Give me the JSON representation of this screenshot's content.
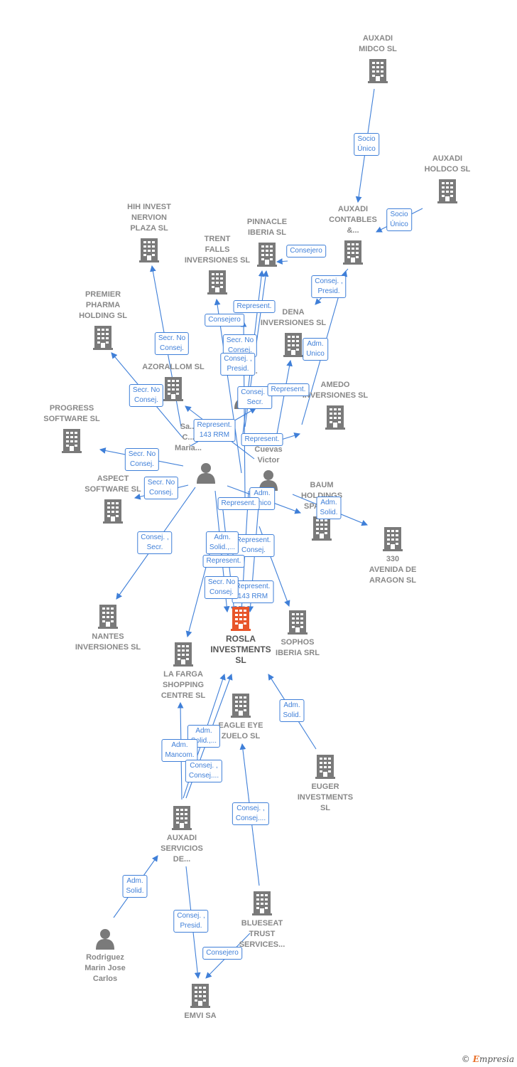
{
  "colors": {
    "edge": "#3f7fd8",
    "company": "#7a7a7a",
    "focus": "#e8552a",
    "person": "#7a7a7a"
  },
  "nodes": [
    {
      "id": "midco",
      "label": "AUXADI\nMIDCO  SL",
      "kind": "company"
    },
    {
      "id": "holdco",
      "label": "AUXADI\nHOLDCO  SL",
      "kind": "company"
    },
    {
      "id": "contables",
      "label": "AUXADI\nCONTABLES\n&...",
      "kind": "company"
    },
    {
      "id": "hih",
      "label": "HIH INVEST\nNERVION\nPLAZA  SL",
      "kind": "company"
    },
    {
      "id": "trent",
      "label": "TRENT\nFALLS\nINVERSIONES SL",
      "kind": "company"
    },
    {
      "id": "pinnacle",
      "label": "PINNACLE\nIBERIA  SL",
      "kind": "company"
    },
    {
      "id": "premier",
      "label": "PREMIER\nPHARMA\nHOLDING SL",
      "kind": "company"
    },
    {
      "id": "dena",
      "label": "DENA\nINVERSIONES SL",
      "kind": "company"
    },
    {
      "id": "azorallom",
      "label": "AZORALLOM SL",
      "kind": "company"
    },
    {
      "id": "amedo",
      "label": "AMEDO\nINVERSIONES SL",
      "kind": "company"
    },
    {
      "id": "progress",
      "label": "PROGRESS\nSOFTWARE SL",
      "kind": "company"
    },
    {
      "id": "aspect",
      "label": "ASPECT\nSOFTWARE SL",
      "kind": "company"
    },
    {
      "id": "baum",
      "label": "BAUM\nHOLDINGS\nSPAIN SL",
      "kind": "company"
    },
    {
      "id": "aragon",
      "label": "330\nAVENIDA DE\nARAGON SL",
      "kind": "company"
    },
    {
      "id": "nantes",
      "label": "NANTES\nINVERSIONES SL",
      "kind": "company"
    },
    {
      "id": "rosla",
      "label": "ROSLA\nINVESTMENTS\nSL",
      "kind": "focus"
    },
    {
      "id": "sophos",
      "label": "SOPHOS\nIBERIA SRL",
      "kind": "company"
    },
    {
      "id": "farga",
      "label": "LA FARGA\nSHOPPING\nCENTRE SL",
      "kind": "company"
    },
    {
      "id": "eagle",
      "label": "EAGLE EYE\nZUELO  SL",
      "kind": "company"
    },
    {
      "id": "euger",
      "label": "EUGER\nINVESTMENTS\nSL",
      "kind": "company"
    },
    {
      "id": "servicios",
      "label": "AUXADI\nSERVICIOS\nDE...",
      "kind": "company"
    },
    {
      "id": "blueseat",
      "label": "BLUESEAT\nTRUST\nSERVICES...",
      "kind": "company"
    },
    {
      "id": "emvi",
      "label": "EMVI SA",
      "kind": "company"
    },
    {
      "id": "maria",
      "label": "Sa...\nC...\nMaria...",
      "kind": "person"
    },
    {
      "id": "cuevas",
      "label": "Cuevas\nVictor",
      "kind": "person"
    },
    {
      "id": "victor2",
      "label": "...a\nVictor...",
      "kind": "person"
    },
    {
      "id": "rodriguez",
      "label": "Rodriguez\nMarin Jose\nCarlos",
      "kind": "person"
    }
  ],
  "edges": [
    {
      "label": "Socio\nÚnico"
    },
    {
      "label": "Socio\nÚnico"
    },
    {
      "label": "Consejero"
    },
    {
      "label": "Consej. ,\nPresid."
    },
    {
      "label": "Secr.  No\nConsej."
    },
    {
      "label": "Represent."
    },
    {
      "label": "Consejero"
    },
    {
      "label": "Secr.  No\nConsej."
    },
    {
      "label": "Adm.\nUnico"
    },
    {
      "label": "Consej. ,\nPresid."
    },
    {
      "label": "Secr.  No\nConsej."
    },
    {
      "label": "Consej. ,\nSecr."
    },
    {
      "label": "Represent."
    },
    {
      "label": "Represent.\n143 RRM"
    },
    {
      "label": "Represent."
    },
    {
      "label": "Secr.  No\nConsej."
    },
    {
      "label": "Secr.  No\nConsej."
    },
    {
      "label": "Adm.\nUnico"
    },
    {
      "label": "Adm.\nSolid."
    },
    {
      "label": "Represent."
    },
    {
      "label": "Consej. ,\nSecr."
    },
    {
      "label": "Represent.\nConsej."
    },
    {
      "label": "Adm.\nSolid.,..."
    },
    {
      "label": "Represent."
    },
    {
      "label": "Represent.\n143 RRM"
    },
    {
      "label": "Secr.  No\nConsej."
    },
    {
      "label": "Adm.\nSolid."
    },
    {
      "label": "Adm.\nSolid.,..."
    },
    {
      "label": "Adm.\nMancom."
    },
    {
      "label": "Consej. ,\nConsej...."
    },
    {
      "label": "Consej. ,\nConsej...."
    },
    {
      "label": "Adm.\nSolid."
    },
    {
      "label": "Consej. ,\nPresid."
    },
    {
      "label": "Consejero"
    }
  ],
  "brand": {
    "copyright": "©",
    "name": "mpresia",
    "initial": "E"
  }
}
